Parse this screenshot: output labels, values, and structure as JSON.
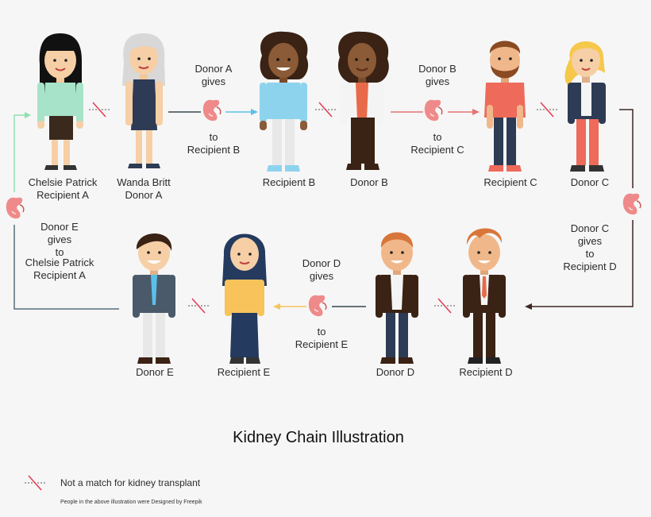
{
  "title": "Kidney Chain Illustration",
  "legend": {
    "text": "Not a match for kidney transplant"
  },
  "credit": "People in the above illustration were Designed by Freepik",
  "people": [
    {
      "id": "chelsie",
      "line1": "Chelsie Patrick",
      "line2": "Recipient A"
    },
    {
      "id": "wanda",
      "line1": "Wanda Britt",
      "line2": "Donor A"
    },
    {
      "id": "recipb",
      "line1": "Recipient B",
      "line2": ""
    },
    {
      "id": "donorb",
      "line1": "Donor B",
      "line2": ""
    },
    {
      "id": "recipc",
      "line1": "Recipient C",
      "line2": ""
    },
    {
      "id": "donorc",
      "line1": "Donor C",
      "line2": ""
    },
    {
      "id": "recipd",
      "line1": "Recipient D",
      "line2": ""
    },
    {
      "id": "donord",
      "line1": "Donor D",
      "line2": ""
    },
    {
      "id": "recipe",
      "line1": "Recipient E",
      "line2": ""
    },
    {
      "id": "donore",
      "line1": "Donor E",
      "line2": ""
    }
  ],
  "transfers": [
    {
      "id": "a",
      "lines": [
        "Donor A",
        "gives",
        "to",
        "Recipient B"
      ]
    },
    {
      "id": "b",
      "lines": [
        "Donor B",
        "gives",
        "to",
        "Recipient C"
      ]
    },
    {
      "id": "c",
      "lines": [
        "Donor C",
        "gives",
        "to",
        "Recipient D"
      ]
    },
    {
      "id": "d",
      "lines": [
        "Donor D",
        "gives",
        "to",
        "Recipient E"
      ]
    },
    {
      "id": "e",
      "lines": [
        "Donor E",
        "gives",
        "to",
        "Chelsie Patrick",
        "Recipient A"
      ]
    }
  ],
  "colors": {
    "line_a": "#37474f",
    "arrow_a": "#5bc0e8",
    "line_b": "#e57373",
    "line_c": "#3e2723",
    "line_d": "#37474f",
    "arrow_d": "#f7c35a",
    "line_e": "#546e7a",
    "arrow_e": "#8fe0b0",
    "no_match": "#e53950",
    "kidney": "#ef8a8a"
  }
}
